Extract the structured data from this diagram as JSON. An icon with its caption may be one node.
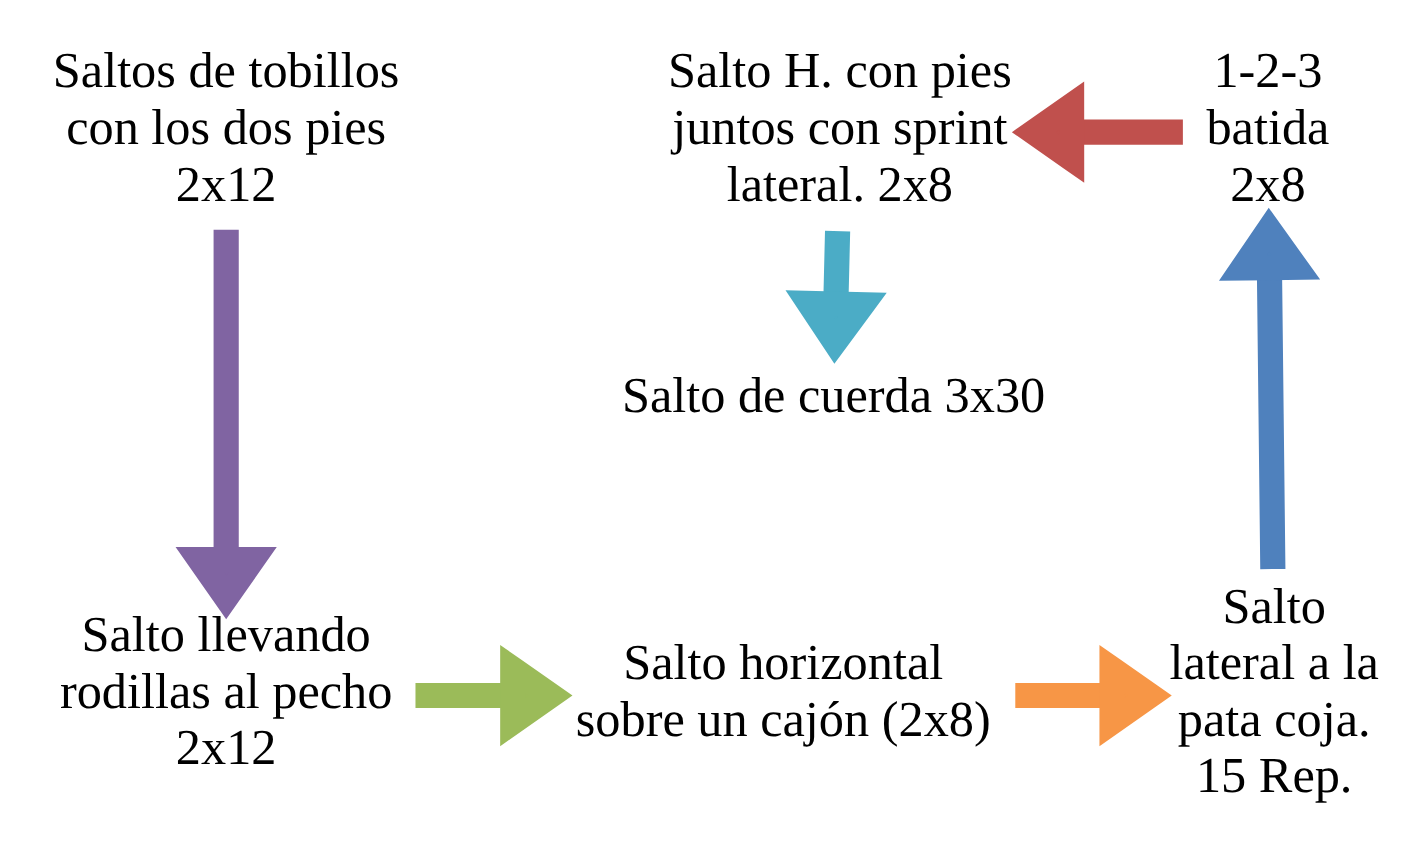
{
  "diagram": {
    "nodes": [
      {
        "text": [
          "Saltos de tobillos con los dos pies 2x12"
        ]
      },
      {
        "text": [
          "Salto H. con pies juntos con sprint lateral. 2x8"
        ]
      },
      {
        "text": [
          "1-2-3 batida 2x8"
        ]
      },
      {
        "text": [
          "Salto de cuerda 3x30"
        ]
      },
      {
        "text": [
          "Salto llevando rodillas al pecho 2x12"
        ]
      },
      {
        "text": [
          "Salto horizontal sobre un cajón (2x8)"
        ]
      },
      {
        "text": [
          "Salto lateral a la pata coja. 15 Rep."
        ]
      }
    ],
    "edges": [
      {
        "from": 0,
        "to": 4,
        "arrow": "to",
        "color": "#8064a2"
      },
      {
        "from": 4,
        "to": 5,
        "arrow": "to",
        "color": "#9bbb59"
      },
      {
        "from": 5,
        "to": 6,
        "arrow": "to",
        "color": "#f79646"
      },
      {
        "from": 6,
        "to": 2,
        "arrow": "to",
        "color": "#4f81bd"
      },
      {
        "from": 2,
        "to": 1,
        "arrow": "to",
        "color": "#c0504d"
      },
      {
        "from": 1,
        "to": 3,
        "arrow": "to",
        "color": "#4bacc6"
      }
    ]
  }
}
